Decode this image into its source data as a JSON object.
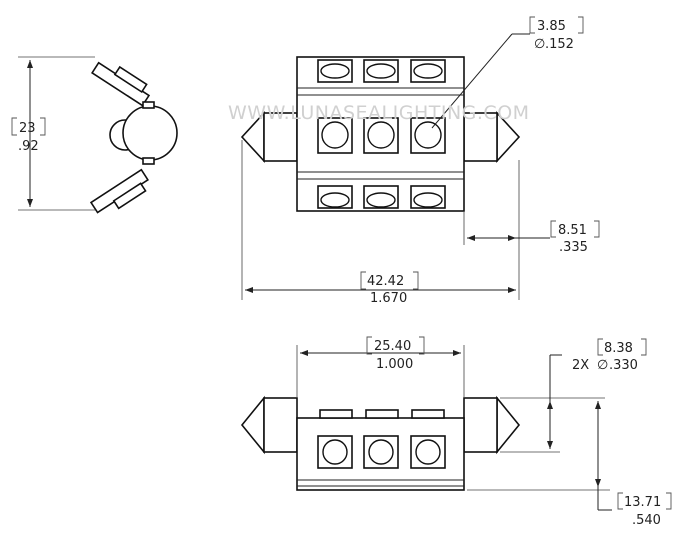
{
  "watermark": "WWW.LUNASEALIGHTING.COM",
  "dimensions": {
    "height": {
      "mm": "23",
      "in": ".92"
    },
    "led_dia": {
      "mm": "3.85",
      "in": ".152",
      "symbol": "∅"
    },
    "cap_len": {
      "mm": "8.51",
      "in": ".335"
    },
    "overall_len": {
      "mm": "42.42",
      "in": "1.670"
    },
    "body_len": {
      "mm": "25.40",
      "in": "1.000"
    },
    "cap_dia": {
      "mm": "8.38",
      "in": ".330",
      "qty": "2X",
      "symbol": "∅"
    },
    "body_width": {
      "mm": "13.71",
      "in": ".540"
    }
  }
}
